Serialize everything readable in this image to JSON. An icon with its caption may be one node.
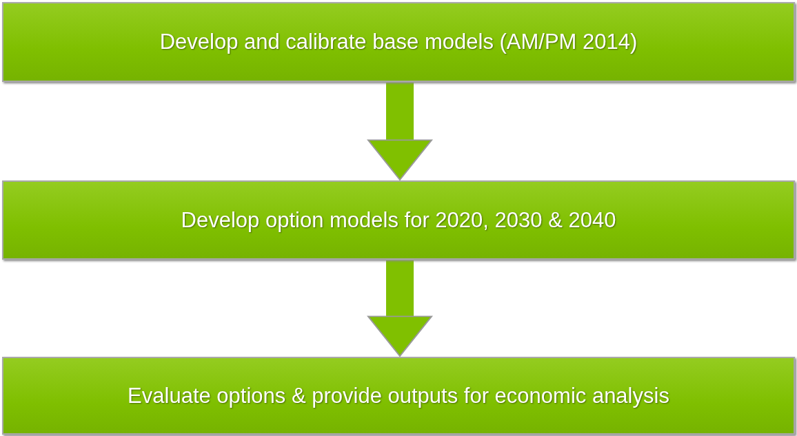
{
  "diagram": {
    "nodes": [
      {
        "text": [
          "Develop and calibrate base models (AM/PM 2014)"
        ]
      },
      {
        "text": [
          "Develop option models for 2020, 2030 & 2040"
        ]
      },
      {
        "text": [
          "Evaluate options & provide outputs for economic analysis"
        ]
      }
    ],
    "edges": [
      {
        "from": 0,
        "to": 1,
        "arrow": "to"
      },
      {
        "from": 1,
        "to": 2,
        "arrow": "to"
      }
    ]
  }
}
